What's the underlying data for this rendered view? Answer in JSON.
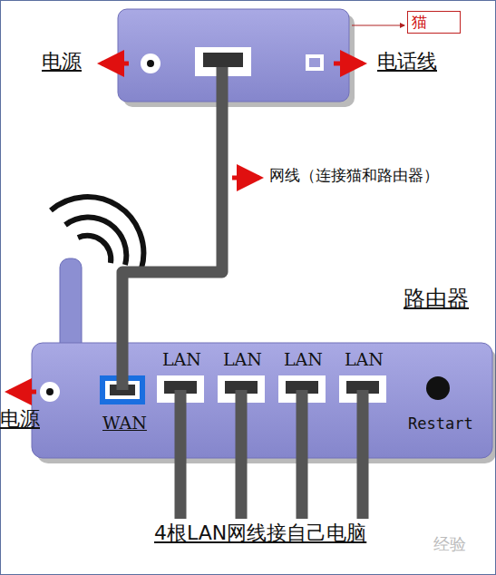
{
  "diagram": {
    "nodes": [
      {
        "text": [
          "猫"
        ]
      },
      {
        "text": [
          "路由器"
        ]
      }
    ],
    "edges": [
      {
        "from": 0,
        "to": 1,
        "arrow": "none",
        "label": "网线（连接猫和路由器）"
      }
    ],
    "labels": [
      "电源",
      "电话线",
      "电源",
      "WAN",
      "LAN",
      "LAN",
      "LAN",
      "LAN",
      "Restart",
      "4根LAN网线接自己电脑",
      "经验"
    ]
  }
}
